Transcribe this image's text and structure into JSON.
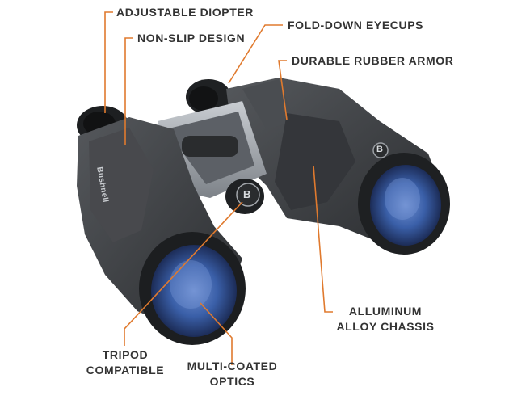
{
  "colors": {
    "leader_line": "#e07a2e",
    "label_text": "#333333",
    "body": "#3e4043",
    "body_dark": "#26282a",
    "lens_blue": "#3a5fa8",
    "hinge_silver": "#aeb3b8"
  },
  "brand": {
    "logo_letter": "B",
    "wordmark": "Bushnell"
  },
  "callouts": {
    "adjustable_diopter": "ADJUSTABLE DIOPTER",
    "non_slip_design": "NON-SLIP DESIGN",
    "fold_down_eyecups": "FOLD-DOWN EYECUPS",
    "durable_rubber_armor": "DURABLE RUBBER ARMOR",
    "alluminum_line1": "ALLUMINUM",
    "alluminum_line2": "ALLOY CHASSIS",
    "tripod_line1": "TRIPOD",
    "tripod_line2": "COMPATIBLE",
    "optics_line1": "MULTI-COATED",
    "optics_line2": "OPTICS"
  }
}
